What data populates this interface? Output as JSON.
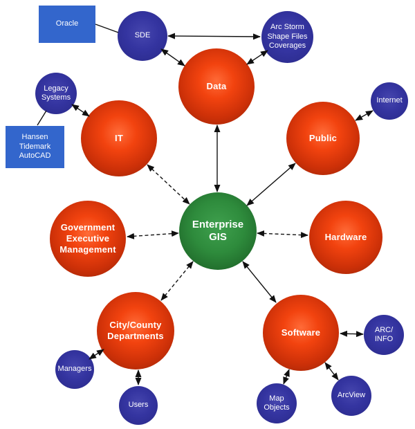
{
  "diagram": {
    "kind": "hub-and-spoke network diagram",
    "hub_label": "Enterprise\nGIS",
    "nodes": [
      {
        "id": "oracle",
        "label": "Oracle",
        "kind": "box"
      },
      {
        "id": "sde",
        "label": "SDE",
        "kind": "minor"
      },
      {
        "id": "arc-storm",
        "label": "Arc Storm\nShape Files\nCoverages",
        "kind": "minor"
      },
      {
        "id": "data",
        "label": "Data",
        "kind": "major"
      },
      {
        "id": "legacy-systems",
        "label": "Legacy\nSystems",
        "kind": "minor"
      },
      {
        "id": "hansen",
        "label": "Hansen\nTidemark\nAutoCAD",
        "kind": "box"
      },
      {
        "id": "it",
        "label": "IT",
        "kind": "major"
      },
      {
        "id": "public",
        "label": "Public",
        "kind": "major"
      },
      {
        "id": "internet",
        "label": "Internet",
        "kind": "minor"
      },
      {
        "id": "government",
        "label": "Government\nExecutive\nManagement",
        "kind": "major"
      },
      {
        "id": "enterprise-gis",
        "label": "Enterprise\nGIS",
        "kind": "hub"
      },
      {
        "id": "hardware",
        "label": "Hardware",
        "kind": "major"
      },
      {
        "id": "city-county",
        "label": "City/County\nDepartments",
        "kind": "major"
      },
      {
        "id": "software",
        "label": "Software",
        "kind": "major"
      },
      {
        "id": "managers",
        "label": "Managers",
        "kind": "minor"
      },
      {
        "id": "users",
        "label": "Users",
        "kind": "minor"
      },
      {
        "id": "map-objects",
        "label": "Map\nObjects",
        "kind": "minor"
      },
      {
        "id": "arcview",
        "label": "ArcView",
        "kind": "minor"
      },
      {
        "id": "arc-info",
        "label": "ARC/\nINFO",
        "kind": "minor"
      }
    ],
    "edges": [
      {
        "from": "oracle",
        "to": "sde",
        "line": "solid",
        "arrows": "none"
      },
      {
        "from": "sde",
        "to": "arc-storm",
        "line": "solid",
        "arrows": "both"
      },
      {
        "from": "sde",
        "to": "data",
        "line": "solid",
        "arrows": "both"
      },
      {
        "from": "data",
        "to": "arc-storm",
        "line": "solid",
        "arrows": "both"
      },
      {
        "from": "data",
        "to": "enterprise-gis",
        "line": "solid",
        "arrows": "both"
      },
      {
        "from": "legacy-systems",
        "to": "it",
        "line": "solid",
        "arrows": "both"
      },
      {
        "from": "hansen",
        "to": "legacy-systems",
        "line": "solid",
        "arrows": "none"
      },
      {
        "from": "it",
        "to": "enterprise-gis",
        "line": "dashed",
        "arrows": "both"
      },
      {
        "from": "enterprise-gis",
        "to": "public",
        "line": "solid",
        "arrows": "both"
      },
      {
        "from": "public",
        "to": "internet",
        "line": "solid",
        "arrows": "both"
      },
      {
        "from": "government",
        "to": "enterprise-gis",
        "line": "dashed",
        "arrows": "both"
      },
      {
        "from": "enterprise-gis",
        "to": "hardware",
        "line": "dashed",
        "arrows": "both"
      },
      {
        "from": "enterprise-gis",
        "to": "city-county",
        "line": "dashed",
        "arrows": "both"
      },
      {
        "from": "enterprise-gis",
        "to": "software",
        "line": "solid",
        "arrows": "both"
      },
      {
        "from": "city-county",
        "to": "managers",
        "line": "solid",
        "arrows": "both"
      },
      {
        "from": "city-county",
        "to": "users",
        "line": "solid",
        "arrows": "both"
      },
      {
        "from": "software",
        "to": "arc-info",
        "line": "solid",
        "arrows": "both"
      },
      {
        "from": "software",
        "to": "arcview",
        "line": "solid",
        "arrows": "both"
      },
      {
        "from": "software",
        "to": "map-objects",
        "line": "solid",
        "arrows": "both"
      }
    ],
    "colors": {
      "hub_green": "#2E8B3C",
      "spoke_red": "#E8330C",
      "satellite_blue": "#333399",
      "box_blue": "#3366CC",
      "line_black": "#111111",
      "label_white": "#FFFFFF",
      "background": "#FFFFFF"
    }
  }
}
